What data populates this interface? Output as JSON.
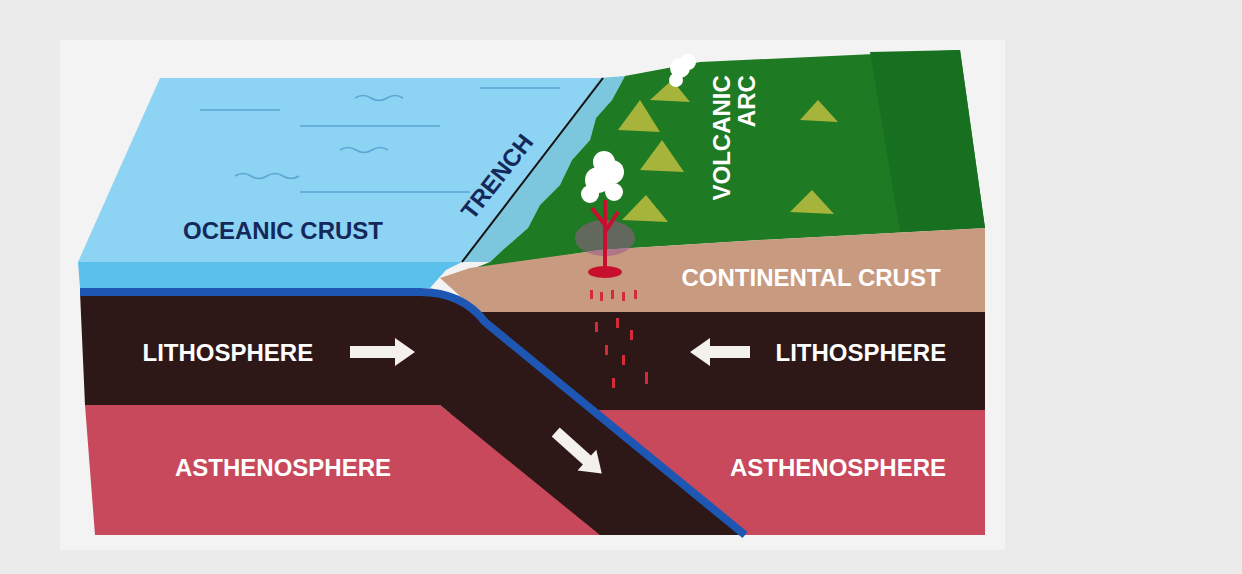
{
  "diagram": {
    "labels": [
      "OCEANIC CRUST",
      "TRENCH",
      "VOLCANIC ARC",
      "CONTINENTAL CRUST",
      "LITHOSPHERE",
      "LITHOSPHERE",
      "ASTHENOSPHERE",
      "ASTHENOSPHERE"
    ]
  }
}
